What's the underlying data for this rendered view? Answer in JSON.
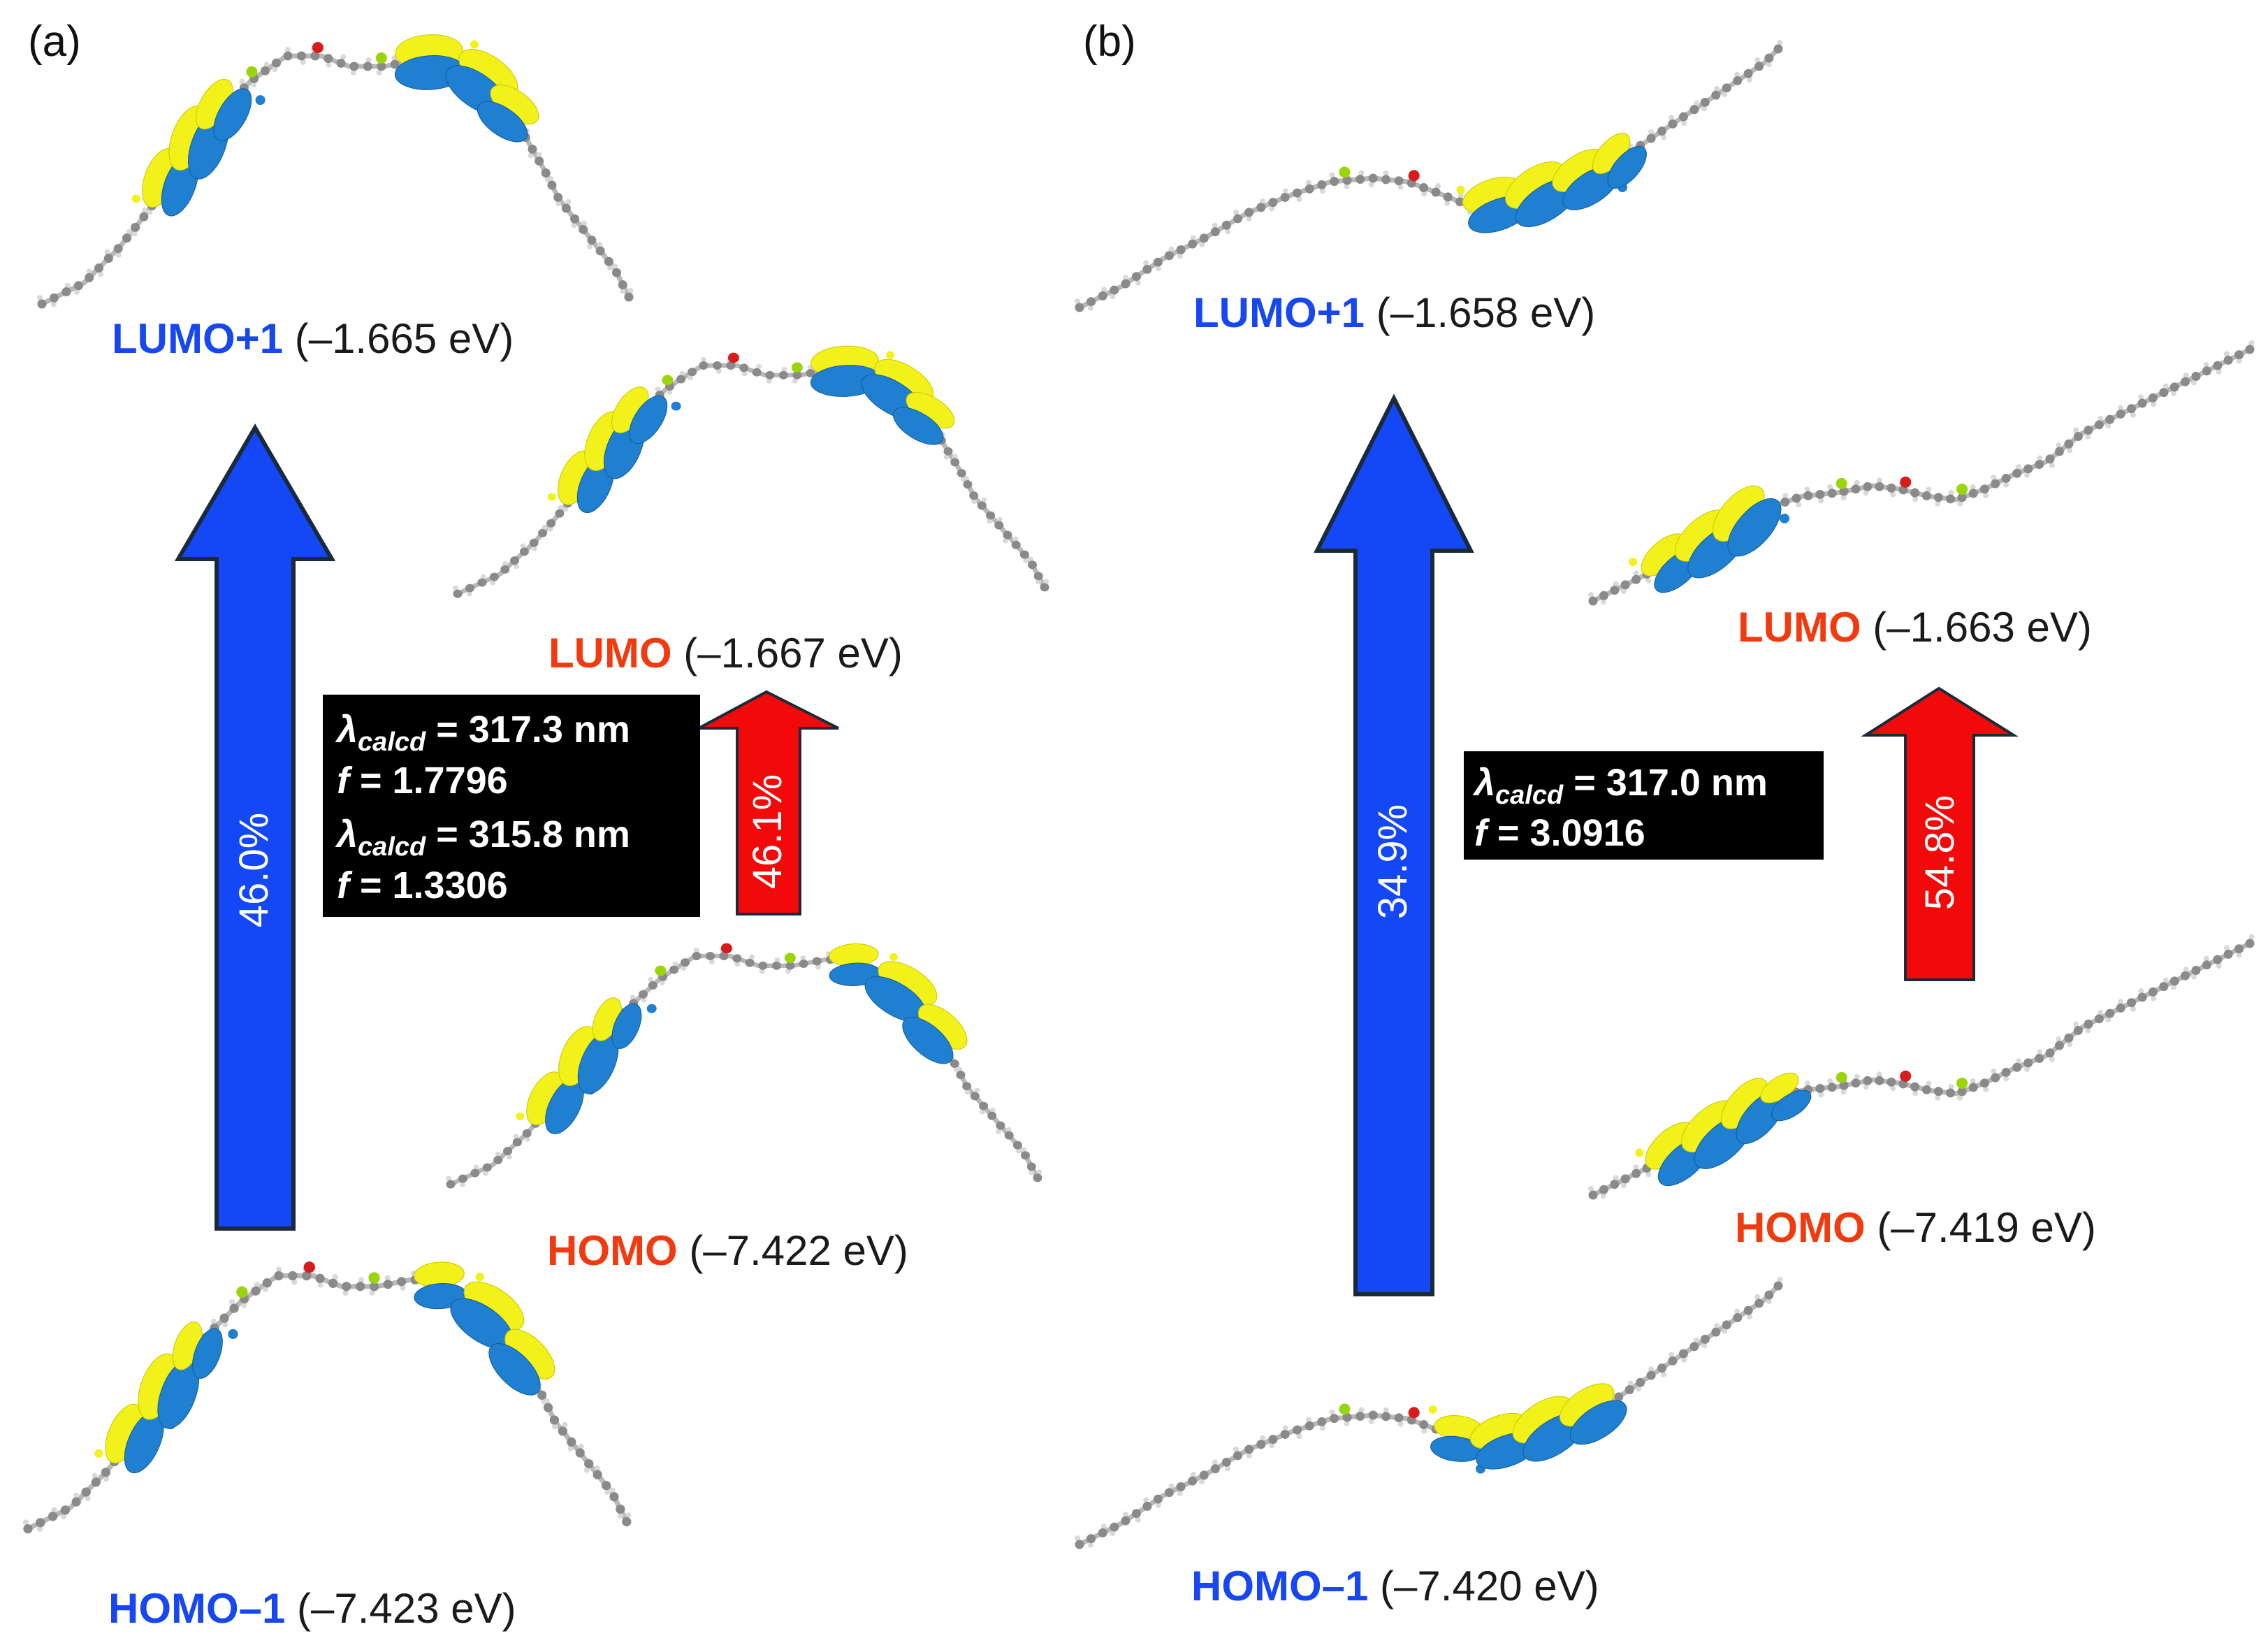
{
  "panels": [
    {
      "label": "(a)",
      "orbitals": [
        {
          "name": "LUMO+1",
          "energy": " (–1.665 eV)",
          "color": "#1747f0"
        },
        {
          "name": "LUMO",
          "energy": " (–1.667 eV)",
          "color": "#f23a10"
        },
        {
          "name": "HOMO",
          "energy": " (–7.422 eV)",
          "color": "#f23a10"
        },
        {
          "name": "HOMO–1",
          "energy": " (–7.423 eV)",
          "color": "#1747f0"
        }
      ],
      "transitions": [
        {
          "percent": "46.0%",
          "color": "#1447f5"
        },
        {
          "percent": "46.1%",
          "color": "#f20a0a"
        }
      ],
      "calc_box": [
        {
          "lambda_symbol": "λ",
          "lambda_sub": "calcd",
          "lambda_value": " = 317.3 nm",
          "f_symbol": "f",
          "f_value": " = 1.7796"
        },
        {
          "lambda_symbol": "λ",
          "lambda_sub": "calcd",
          "lambda_value": " = 315.8 nm",
          "f_symbol": "f",
          "f_value": " = 1.3306"
        }
      ]
    },
    {
      "label": "(b)",
      "orbitals": [
        {
          "name": "LUMO+1",
          "energy": " (–1.658 eV)",
          "color": "#1747f0"
        },
        {
          "name": "LUMO",
          "energy": " (–1.663 eV)",
          "color": "#f23a10"
        },
        {
          "name": "HOMO",
          "energy": " (–7.419 eV)",
          "color": "#f23a10"
        },
        {
          "name": "HOMO–1",
          "energy": " (–7.420 eV)",
          "color": "#1747f0"
        }
      ],
      "transitions": [
        {
          "percent": "34.9%",
          "color": "#1447f5"
        },
        {
          "percent": "54.8%",
          "color": "#f20a0a"
        }
      ],
      "calc_box": [
        {
          "lambda_symbol": "λ",
          "lambda_sub": "calcd",
          "lambda_value": " = 317.0 nm",
          "f_symbol": "f",
          "f_value": " = 3.0916"
        }
      ]
    }
  ],
  "colors": {
    "lobe_blue": "#1f7fd0",
    "lobe_yellow": "#f2f21a",
    "carbon": "#8a8a8a",
    "oxygen": "#d81c1c",
    "fluorine": "#9ad40a",
    "arrow_outline": "#1b2a3a",
    "box": "#000000"
  }
}
